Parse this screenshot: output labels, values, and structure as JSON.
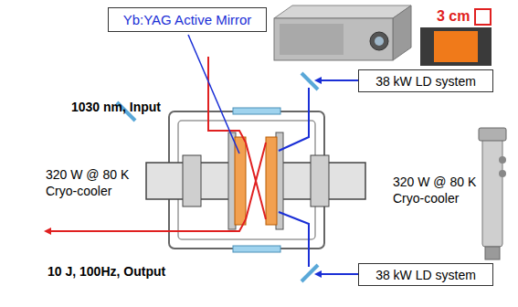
{
  "diagram": {
    "nodes": [
      {
        "text": [
          "Yb:YAG Active Mirror"
        ]
      },
      {
        "text": [
          "38 kW LD system"
        ]
      },
      {
        "text": [
          "38 kW LD system"
        ]
      }
    ],
    "labels": [
      "3 cm",
      "1030 nm, Input",
      "320 W @ 80 K Cryo-cooler",
      "320 W @ 80 K Cryo-cooler",
      "10 J, 100Hz, Output"
    ]
  }
}
